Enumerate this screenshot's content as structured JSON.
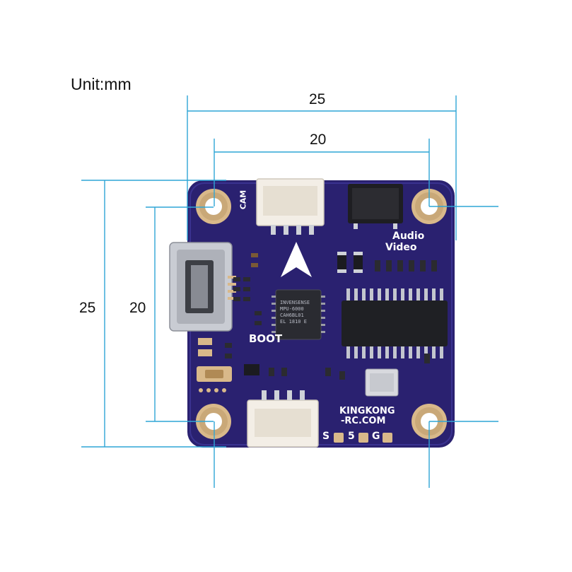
{
  "unit_label": "Unit:mm",
  "dimensions": {
    "outer_width": "25",
    "hole_spacing_x": "20",
    "outer_height": "25",
    "hole_spacing_y": "20"
  },
  "board": {
    "silkscreen": {
      "cam": "CAM",
      "audio": "Audio",
      "video": "Video",
      "boot": "BOOT",
      "brand_line1": "KINGKONG",
      "brand_line2": "-RC.COM",
      "pins": [
        "S",
        "5",
        "G"
      ]
    },
    "imu_chip": [
      "INVENSENSE",
      "MPU-6000",
      "CAH6BL01",
      "EL 1810 E"
    ],
    "colors": {
      "pcb": "#2a2170",
      "dimension_line": "#2fa6d6",
      "pad_gold": "#d9b98a",
      "connector": "#f3eee6"
    }
  }
}
